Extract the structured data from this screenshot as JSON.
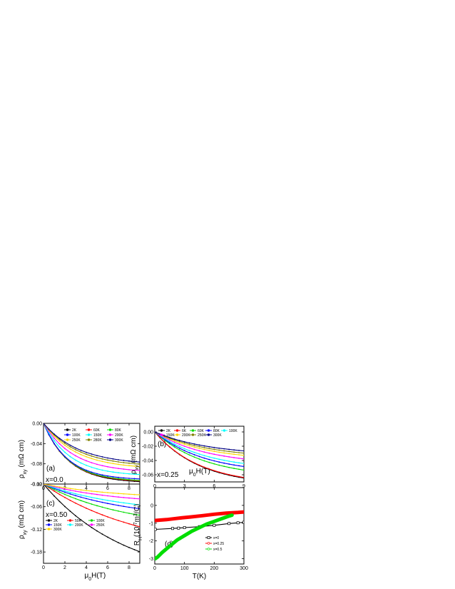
{
  "chart_data": [
    {
      "type": "line",
      "panel_label": "(a)",
      "annotation": "x=0.0",
      "xlabel": "μ0H(T)",
      "ylabel": "ρxy (mΩ cm)",
      "xlim": [
        0,
        9
      ],
      "ylim": [
        -0.12,
        0.0
      ],
      "xticks": [
        "0",
        "2",
        "4",
        "6",
        "8"
      ],
      "yticks": [
        "0.00",
        "-0.04",
        "-0.08",
        "-0.12"
      ],
      "legend_position": "top-right",
      "x": [
        0,
        0.5,
        1,
        1.5,
        2,
        2.5,
        3,
        3.5,
        4,
        4.5,
        5,
        5.5,
        6,
        6.5,
        7,
        7.5,
        8,
        8.5,
        9
      ],
      "series": [
        {
          "name": "2K",
          "color": "#000000",
          "limit": -0.118,
          "rate": 0.42
        },
        {
          "name": "60K",
          "color": "#ff0000",
          "limit": -0.116,
          "rate": 0.43
        },
        {
          "name": "80K",
          "color": "#00dd00",
          "limit": -0.115,
          "rate": 0.43
        },
        {
          "name": "100K",
          "color": "#0000ff",
          "limit": -0.112,
          "rate": 0.44
        },
        {
          "name": "150K",
          "color": "#00ffff",
          "limit": -0.104,
          "rate": 0.4
        },
        {
          "name": "200K",
          "color": "#ff00ff",
          "limit": -0.097,
          "rate": 0.36
        },
        {
          "name": "250K",
          "color": "#ffd700",
          "limit": -0.09,
          "rate": 0.33
        },
        {
          "name": "280K",
          "color": "#808000",
          "limit": -0.086,
          "rate": 0.31
        },
        {
          "name": "300K",
          "color": "#000080",
          "limit": -0.082,
          "rate": 0.3
        }
      ]
    },
    {
      "type": "line",
      "panel_label": "(b)",
      "annotation": "x=0.25",
      "xlabel": "μ0H(T)",
      "ylabel": "ρxy (mΩ cm)",
      "xlim": [
        0,
        9
      ],
      "ylim": [
        -0.07,
        0.008
      ],
      "xticks": [
        "0",
        "3",
        "6",
        "9"
      ],
      "yticks": [
        "0.00",
        "-0.02",
        "-0.04",
        "-0.06"
      ],
      "legend_position": "top",
      "x": [
        0,
        0.5,
        1,
        1.5,
        2,
        2.5,
        3,
        3.5,
        4,
        4.5,
        5,
        5.5,
        6,
        6.5,
        7,
        7.5,
        8,
        8.5,
        9
      ],
      "series": [
        {
          "name": "2K",
          "color": "#000000",
          "limit": -0.075,
          "rate": 0.22
        },
        {
          "name": "6K",
          "color": "#ff0000",
          "limit": -0.074,
          "rate": 0.22
        },
        {
          "name": "60K",
          "color": "#00dd00",
          "limit": -0.064,
          "rate": 0.2
        },
        {
          "name": "80K",
          "color": "#0000ff",
          "limit": -0.058,
          "rate": 0.2
        },
        {
          "name": "100K",
          "color": "#00ffff",
          "limit": -0.054,
          "rate": 0.19
        },
        {
          "name": "150K",
          "color": "#ff00ff",
          "limit": -0.046,
          "rate": 0.19
        },
        {
          "name": "200K",
          "color": "#ffd700",
          "limit": -0.04,
          "rate": 0.19
        },
        {
          "name": "250K",
          "color": "#808000",
          "limit": -0.037,
          "rate": 0.18
        },
        {
          "name": "300K",
          "color": "#000080",
          "limit": -0.033,
          "rate": 0.18
        }
      ]
    },
    {
      "type": "line",
      "panel_label": "(c)",
      "annotation": "x=0.50",
      "xlabel": "μ0H(T)",
      "ylabel": "ρxy (mΩ cm)",
      "xlim": [
        0,
        9
      ],
      "ylim": [
        -0.21,
        0.0
      ],
      "xticks": [
        "0",
        "2",
        "4",
        "6",
        "8"
      ],
      "yticks": [
        "0.00",
        "-0.06",
        "-0.12",
        "-0.18"
      ],
      "legend_position": "bottom",
      "x": [
        0,
        0.5,
        1,
        1.5,
        2,
        2.5,
        3,
        3.5,
        4,
        4.5,
        5,
        5.5,
        6,
        6.5,
        7,
        7.5,
        8,
        8.5,
        9
      ],
      "series": [
        {
          "name": "2K",
          "color": "#000000",
          "limit": -0.26,
          "rate": 0.13
        },
        {
          "name": "50K",
          "color": "#ff0000",
          "limit": -0.18,
          "rate": 0.11
        },
        {
          "name": "100K",
          "color": "#00dd00",
          "limit": -0.12,
          "rate": 0.13
        },
        {
          "name": "150K",
          "color": "#0000ff",
          "limit": -0.095,
          "rate": 0.13
        },
        {
          "name": "200K",
          "color": "#00ffff",
          "limit": -0.08,
          "rate": 0.13
        },
        {
          "name": "250K",
          "color": "#ff00ff",
          "limit": -0.055,
          "rate": 0.14
        },
        {
          "name": "300K",
          "color": "#ffd700",
          "limit": -0.04,
          "rate": 0.14
        }
      ]
    },
    {
      "type": "scatter",
      "panel_label": "(d)",
      "xlabel": "T(K)",
      "ylabel": "RH(10-7m3/C)",
      "xlim": [
        0,
        300
      ],
      "ylim": [
        -3.3,
        1.0
      ],
      "xticks": [
        "0",
        "100",
        "200",
        "300"
      ],
      "yticks": [
        "0",
        "-1",
        "-2",
        "-3"
      ],
      "legend_position": "bottom-right",
      "series": [
        {
          "name": "x=0",
          "color": "#000000",
          "x": [
            2,
            60,
            80,
            100,
            150,
            200,
            250,
            280,
            300
          ],
          "y": [
            -1.35,
            -1.3,
            -1.28,
            -1.25,
            -1.2,
            -1.12,
            -1.02,
            -0.98,
            -0.95
          ]
        },
        {
          "name": "x=0.25",
          "color": "#ff0000",
          "x": [
            2,
            40,
            80,
            120,
            160,
            200,
            240,
            280,
            300
          ],
          "y": [
            -0.85,
            -0.8,
            -0.72,
            -0.65,
            -0.58,
            -0.5,
            -0.44,
            -0.4,
            -0.37
          ]
        },
        {
          "name": "x=0.5",
          "color": "#00dd00",
          "x": [
            2,
            10,
            25,
            50,
            75,
            100,
            125,
            150,
            175,
            200,
            225,
            250,
            260
          ],
          "y": [
            -3.0,
            -2.9,
            -2.65,
            -2.3,
            -1.95,
            -1.7,
            -1.45,
            -1.25,
            -1.05,
            -0.9,
            -0.75,
            -0.6,
            -0.55
          ]
        }
      ]
    }
  ]
}
